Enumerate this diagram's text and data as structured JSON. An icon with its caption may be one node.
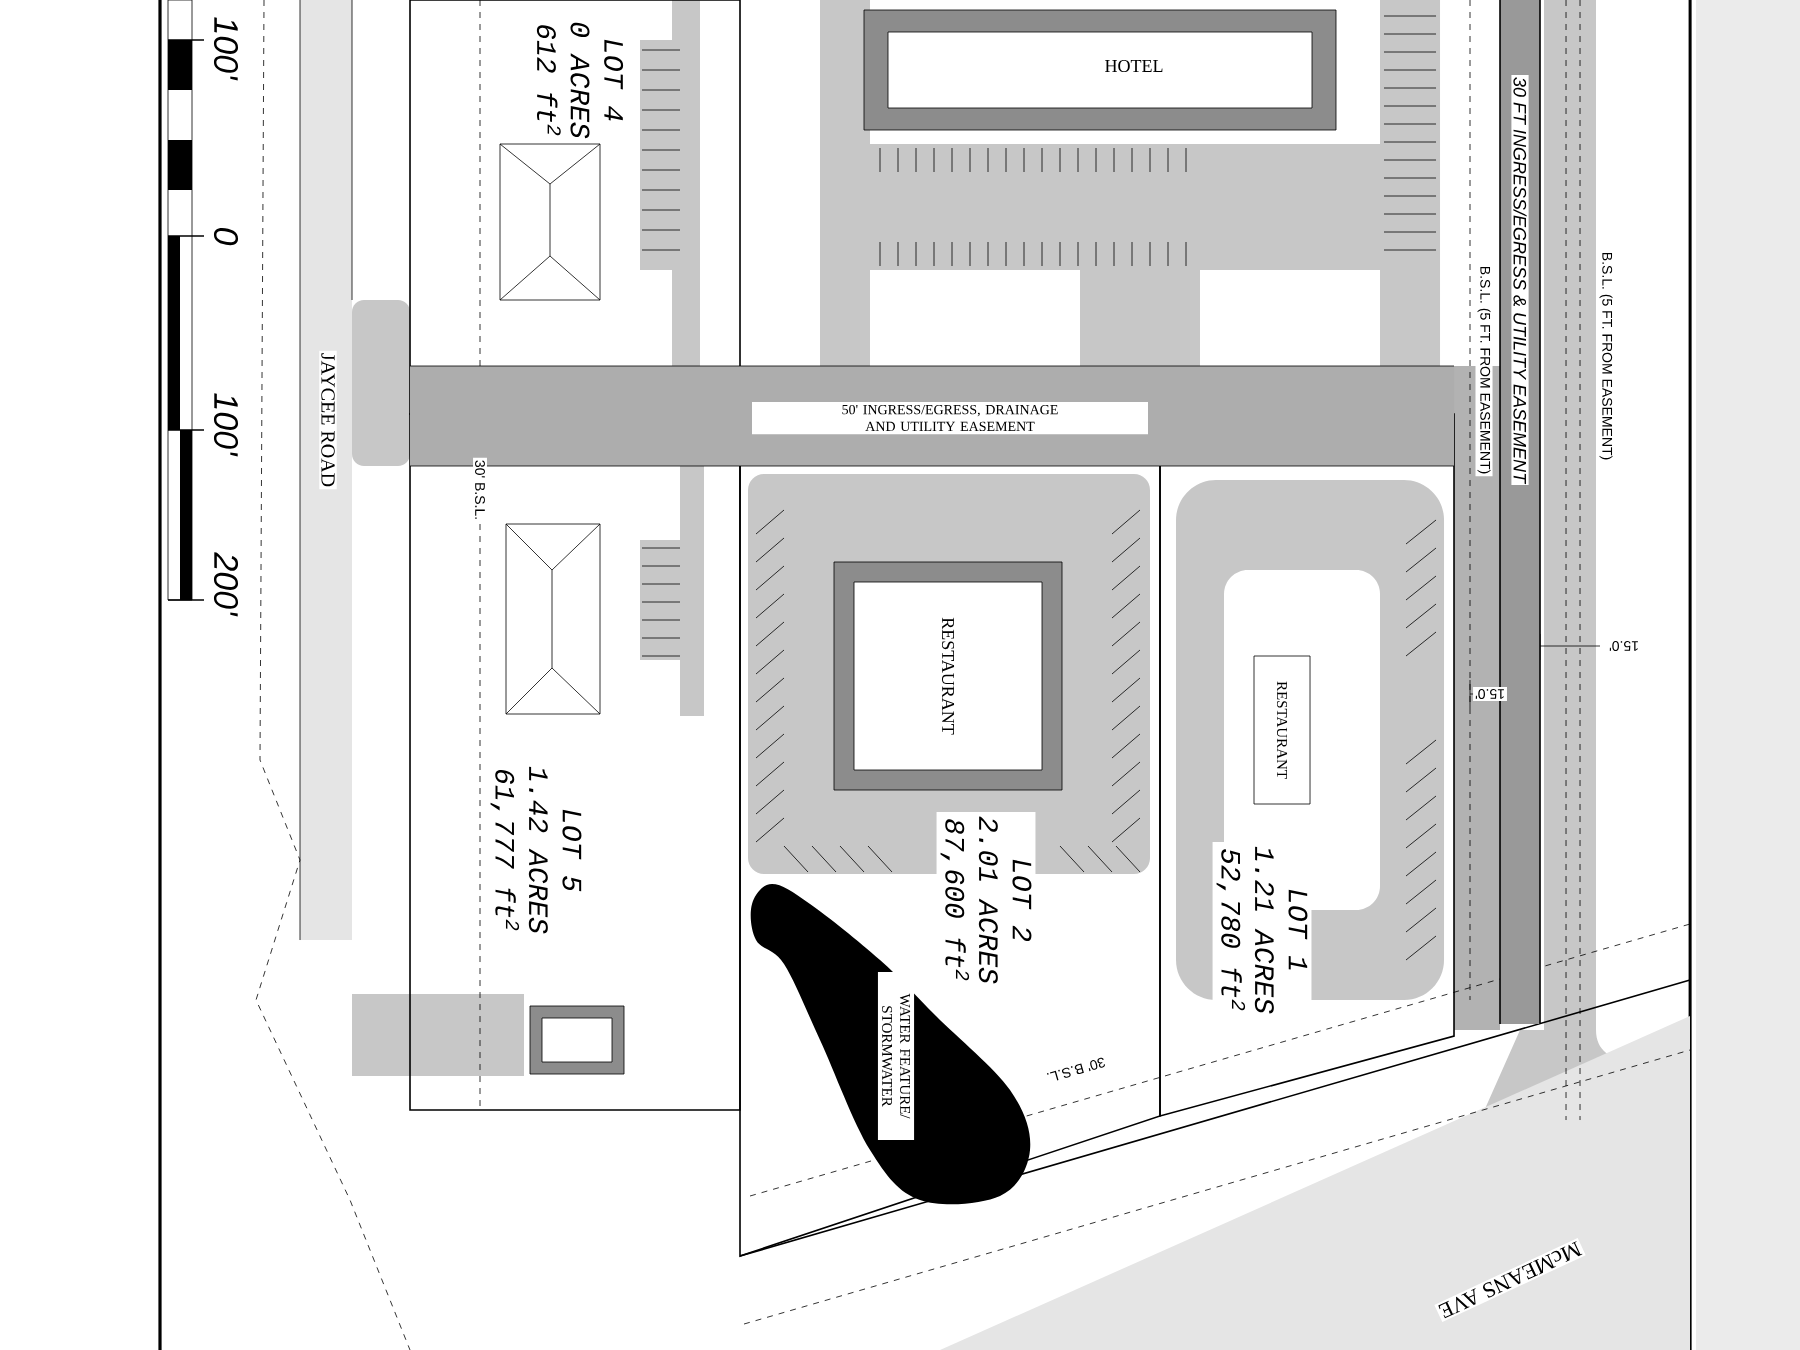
{
  "diagram": {
    "nodes": [
      {
        "text": [
          "LOT 4",
          "0 ACRES",
          "612 ft$^{2}$"
        ]
      },
      {
        "text": [
          "HOTEL"
        ]
      },
      {
        "text": [
          "LOT 5",
          "1.42 ACRES",
          "61,777 ft$^{2}$"
        ]
      },
      {
        "text": [
          "LOT 2",
          "2.01 ACRES",
          "87,600 ft$^{2}$"
        ]
      },
      {
        "text": [
          "RESTAURANT"
        ],
        "in": 3
      },
      {
        "text": [
          "WATER FEATURE/ STORMWATER"
        ],
        "in": 3
      },
      {
        "text": [
          "LOT 1",
          "1.21 ACRES",
          "52,780 ft$^{2}$"
        ]
      },
      {
        "text": [
          "RESTAURANT"
        ],
        "in": 6
      },
      {
        "text": [
          "50' INGRESS/EGRESS, DRAINAGE AND UTILITY EASEMENT"
        ]
      },
      {
        "text": [
          "30 FT INGRESS/EGRESS & UTILITY EASEMENT"
        ]
      }
    ],
    "labels": [
      "100'",
      "0",
      "100'",
      "200'",
      "JAYCEE ROAD",
      "B.S.L. (5 FT. FROM EASEMENT)",
      "B.S.L. (5 FT. FROM EASEMENT)",
      "30' B.S.L.",
      "15.0'",
      "15.0'",
      "30' B.S.L.",
      "McMEANS AVE"
    ]
  }
}
